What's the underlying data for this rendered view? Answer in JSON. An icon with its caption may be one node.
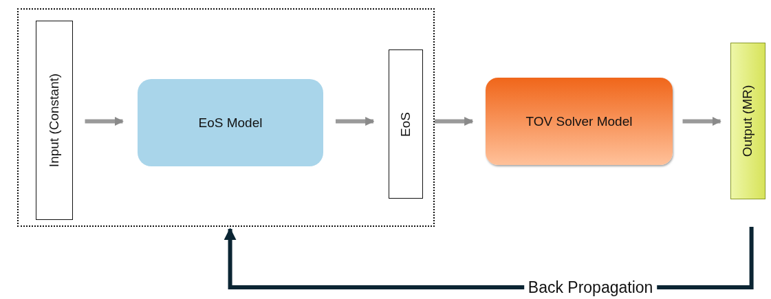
{
  "diagram": {
    "nodes": [
      {
        "text": [],
        "shape": "box"
      },
      {
        "text": [
          "Input (Constant)"
        ],
        "in": 0
      },
      {
        "text": [
          "EoS Model"
        ],
        "in": 0
      },
      {
        "text": [
          "EoS"
        ],
        "in": 0
      },
      {
        "text": [
          "TOV Solver Model"
        ]
      },
      {
        "text": [
          "Output (MR)"
        ]
      }
    ],
    "edges": [
      {
        "from": 1,
        "to": 2,
        "arrow": "to"
      },
      {
        "from": 2,
        "to": 3,
        "arrow": "to"
      },
      {
        "from": 3,
        "to": 4,
        "arrow": "to"
      },
      {
        "from": 4,
        "to": 5,
        "arrow": "to"
      },
      {
        "from": 5,
        "to": 0,
        "arrow": "to",
        "label": "Back Propagation",
        "color": "#0b2533"
      }
    ]
  }
}
